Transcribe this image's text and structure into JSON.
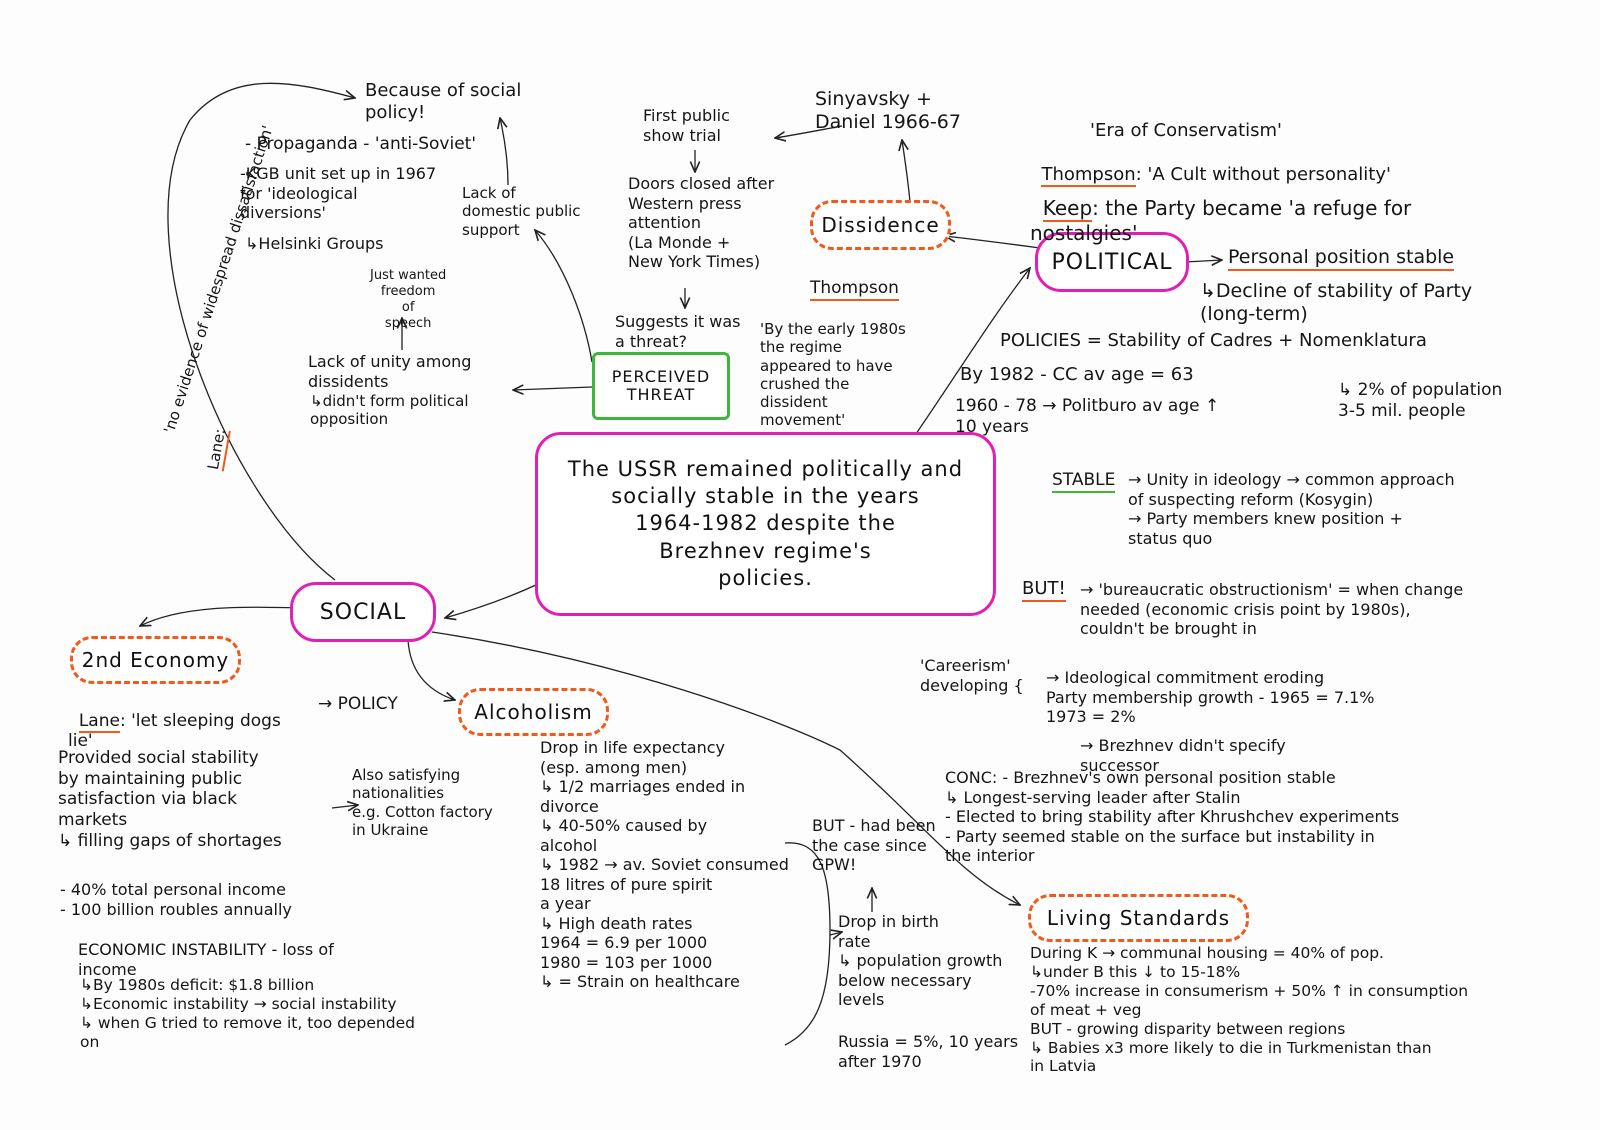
{
  "central": "The USSR remained politically and\nsocially stable in the years\n1964-1982 despite the\nBrezhnev regime's\npolicies.",
  "nodes": {
    "political": "POLITICAL",
    "social": "SOCIAL",
    "dissidence": "Dissidence",
    "perceived_threat": "PERCEIVED\nTHREAT",
    "second_economy": "2nd Economy",
    "alcoholism": "Alcoholism",
    "living_standards": "Living Standards"
  },
  "dissidence_branch": {
    "sinyavsky": "Sinyavsky +\nDaniel 1966-67",
    "show_trial": "First public\nshow trial",
    "doors_closed": "Doors closed after\nWestern press\nattention\n(La Monde +\nNew York Times)",
    "suggests": "Suggests it was\na threat?",
    "thompson_name": "Thompson",
    "thompson_quote": "'By the early 1980s\nthe regime\nappeared to have\ncrushed the\ndissident\nmovement'",
    "because": "Because of social\npolicy!",
    "propaganda": "- Propaganda - 'anti-Soviet'",
    "kgb": "-KGB unit set up in 1967\nfor 'ideological\ndiversions'",
    "helsinki": "↳Helsinki Groups",
    "lack_support": "Lack of\ndomestic public\nsupport",
    "freedom": "Just wanted\nfreedom\nof\nspeech",
    "lack_unity": "Lack of unity among\ndissidents",
    "no_opposition": "↳didn't form political\nopposition",
    "lane_label": "Lane:",
    "lane_arc": "'no evidence of widespread dissatisfaction'"
  },
  "political_branch": {
    "era": "'Era of Conservatism'",
    "thompson_label": "Thompson",
    "thompson_text": ": 'A Cult without personality'",
    "keep_label": "Keep",
    "keep_text": ": the Party became 'a refuge for\nnostalgies'",
    "personal": "Personal position stable",
    "decline": "↳Decline of stability of Party\n(long-term)",
    "policies": "POLICIES = Stability of Cadres + Nomenklatura",
    "pop_share": "↳ 2% of population\n3-5 mil. people",
    "cc_age": "By 1982 - CC av age = 63",
    "politburo": "1960 - 78 → Politburo av age ↑\n10 years",
    "stable_label": "STABLE",
    "stable_text": "→ Unity in ideology → common approach\nof suspecting reform (Kosygin)\n→ Party members knew position +\nstatus quo",
    "but_label": "BUT!",
    "but_text": "→ 'bureaucratic obstructionism' = when change\nneeded (economic crisis point by 1980s),\ncouldn't be brought in",
    "careerism": "'Careerism'\ndeveloping {",
    "careerism_text": "→ Ideological commitment eroding\nParty membership growth - 1965 = 7.1%\n1973 = 2%",
    "successor": "→ Brezhnev didn't specify\nsuccessor",
    "conc": "CONC: - Brezhnev's own personal position stable\n↳ Longest-serving leader after Stalin\n- Elected to bring stability after Khrushchev experiments\n- Party seemed stable on the surface but instability in\nthe interior"
  },
  "social_branch": {
    "lane_label": "Lane",
    "lane_text": ": 'let sleeping dogs\nlie'",
    "policy": "→ POLICY",
    "provided": "Provided social stability\nby maintaining public\nsatisfaction via black\nmarkets\n↳ filling gaps of shortages",
    "also": "Also satisfying\nnationalities\ne.g. Cotton factory\nin Ukraine",
    "income": "- 40% total personal income\n- 100 billion roubles annually",
    "econ": "ECONOMIC INSTABILITY - loss of\nincome",
    "deficit": "↳By 1980s deficit: $1.8 billion\n↳Economic instability → social instability\n↳ when G tried to remove it, too depended\non",
    "life_exp": "Drop in life expectancy\n(esp. among men)\n↳ 1/2 marriages ended in\ndivorce\n↳ 40-50% caused by\nalcohol\n↳ 1982 → av. Soviet consumed\n18 litres of pure spirit\na year\n↳ High death rates\n1964 = 6.9 per 1000\n1980 = 103 per 1000\n↳ = Strain on healthcare",
    "but_gpw": "BUT - had been\nthe case since\nGPW!",
    "birth": "Drop in birth\nrate\n↳ population growth\nbelow necessary\nlevels",
    "russia": "Russia = 5%, 10 years\nafter 1970",
    "living": "During K → communal housing = 40% of pop.\n↳under B this ↓ to 15-18%\n-70% increase in consumerism + 50% ↑ in consumption\nof meat + veg\nBUT - growing disparity between regions\n↳ Babies x3 more likely to die in Turkmenistan than\nin Latvia"
  },
  "colors": {
    "pink": "#e11fb6",
    "green": "#3bb73b",
    "orange": "#f05a1a",
    "ink": "#151515"
  }
}
